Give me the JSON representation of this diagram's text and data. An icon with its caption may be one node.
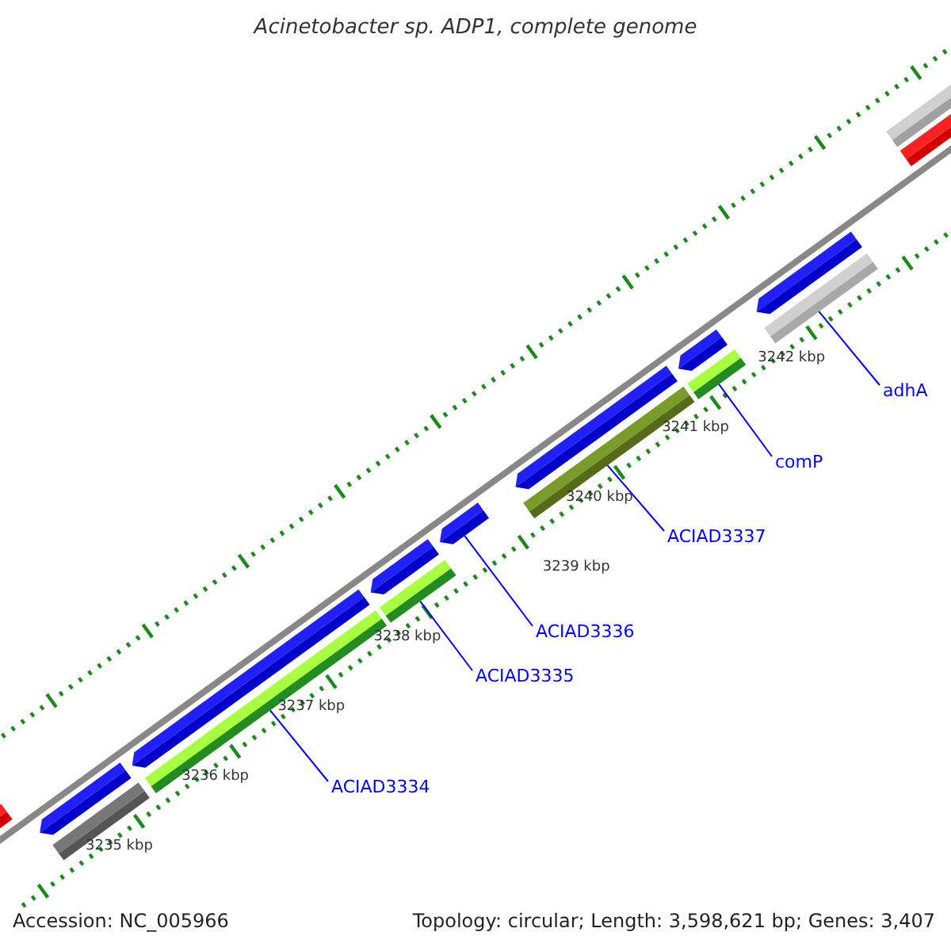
{
  "diagram": {
    "title": "Acinetobacter sp. ADP1, complete genome",
    "nodes": [
      {
        "text": [
          "adhA"
        ]
      },
      {
        "text": [
          "comP"
        ]
      },
      {
        "text": [
          "ACIAD3337"
        ]
      },
      {
        "text": [
          "ACIAD3336"
        ]
      },
      {
        "text": [
          "ACIAD3335"
        ]
      },
      {
        "text": [
          "ACIAD3334"
        ]
      },
      {
        "text": [],
        "shape": "bar"
      },
      {
        "text": [],
        "shape": "bar"
      },
      {
        "text": [],
        "shape": "bar"
      },
      {
        "text": [],
        "shape": "bar"
      },
      {
        "text": [],
        "shape": "bar"
      },
      {
        "text": [],
        "shape": "bar"
      }
    ],
    "edges": [
      {
        "from": 5,
        "to": 6,
        "arrow": "none"
      },
      {
        "from": 4,
        "to": 7,
        "arrow": "none"
      },
      {
        "from": 3,
        "to": 8,
        "arrow": "none"
      },
      {
        "from": 2,
        "to": 9,
        "arrow": "none"
      },
      {
        "from": 1,
        "to": 10,
        "arrow": "none"
      },
      {
        "from": 0,
        "to": 11,
        "arrow": "none"
      }
    ],
    "labels": [
      "3242 kbp",
      "3241 kbp",
      "3240 kbp",
      "3239 kbp",
      "3238 kbp",
      "3237 kbp",
      "3236 kbp",
      "3235 kbp",
      "Accession: NC_005966",
      "Topology: circular; Length: 3,598,621 bp; Genes: 3,407"
    ]
  }
}
